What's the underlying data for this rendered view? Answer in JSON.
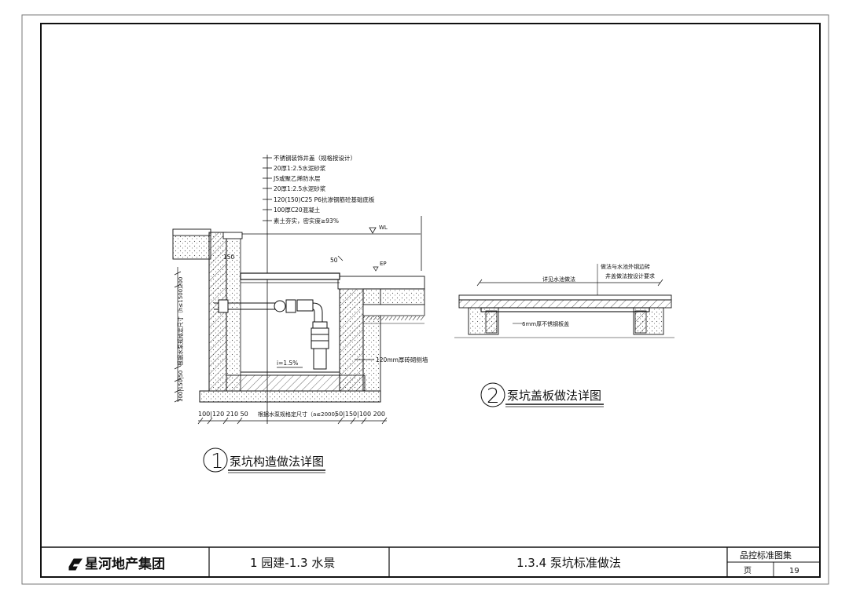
{
  "detail1": {
    "number": "1",
    "title": "泵坑构造做法详图",
    "layers": [
      "不锈钢装饰井盖（规格按设计）",
      "20厚1:2.5水泥砂浆",
      "JS或聚乙烯防水层",
      "20厚1:2.5水泥砂浆",
      "120(150)C25 P6抗渗钢筋砼基础底板",
      "100厚C20混凝土",
      "素土夯实，密实度≥93%"
    ],
    "wl_label": "WL",
    "ep_label": "EP",
    "dim_50": "50",
    "slope_label": "i=1.5%",
    "wall_label": "120mm厚砖砌侧墙",
    "dim_150": "150",
    "dim_200": "200",
    "left_dims": "根据水泵规格定尺寸（h≤1500）",
    "left_dims_bottom": "100|150|50",
    "bottom_dims_left": "100|120   210   50",
    "bottom_dims_mid": "根据水泵规格定尺寸（a≤2000）",
    "bottom_dims_right": "50|150|100   200"
  },
  "detail2": {
    "number": "2",
    "title": "泵坑盖板做法详图",
    "note_top1": "做法与水池外钢边砖",
    "note_top2": "井盖做法按设计要求",
    "note_span": "详见水池做法",
    "note_steel": "6mm厚不锈钢板盖"
  },
  "title_block": {
    "company": "星河地产集团",
    "section": "1 园建-1.3 水景",
    "drawing_title": "1.3.4 泵坑标准做法",
    "collection": "品控标准图集",
    "page_label": "页",
    "page_number": "19"
  },
  "colors": {
    "ink": "#111111",
    "hatch": "#444444",
    "paper": "#ffffff"
  }
}
